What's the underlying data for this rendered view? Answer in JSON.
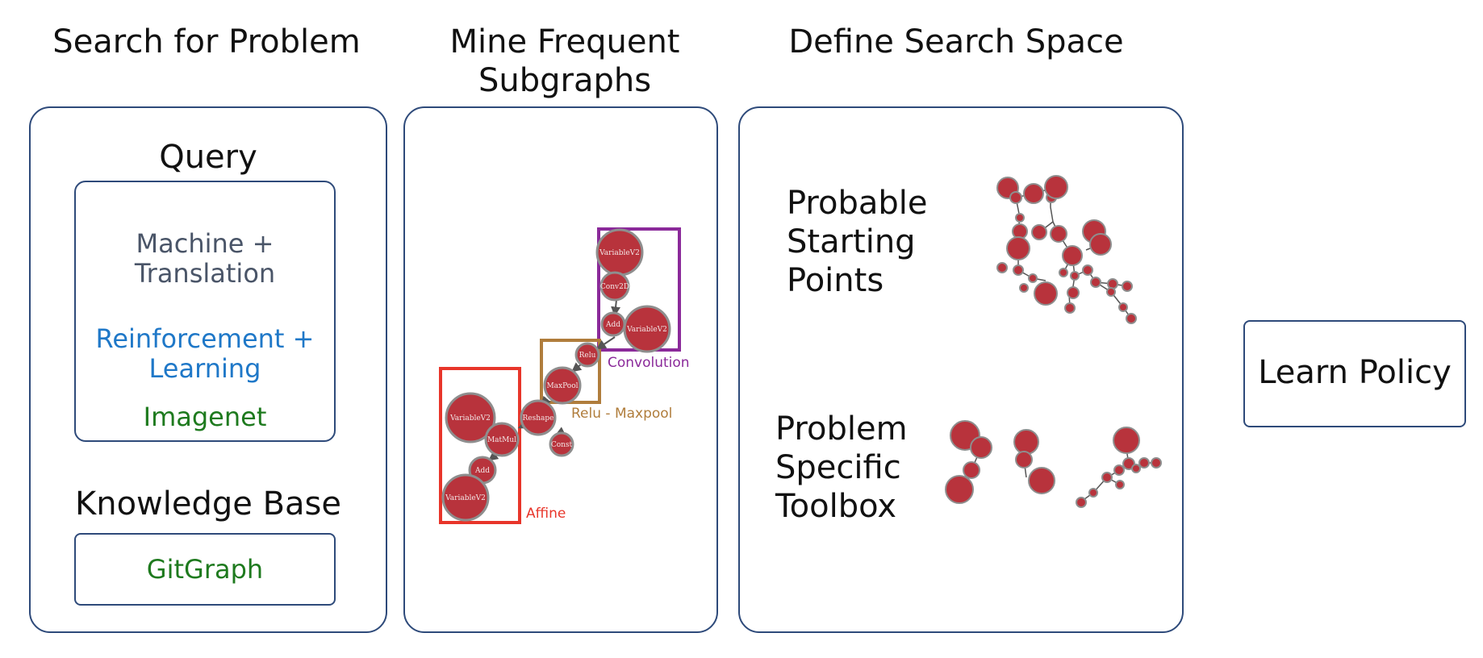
{
  "headings": {
    "search": "Search for Problem",
    "mine_line1": "Mine Frequent",
    "mine_line2": "Subgraphs",
    "define": "Define Search Space"
  },
  "search_panel": {
    "query_title": "Query",
    "query_items": [
      {
        "line1": "Machine +",
        "line2": "Translation",
        "color": "#4a5568"
      },
      {
        "line1": "Reinforcement +",
        "line2": "Learning",
        "color": "#1f78c8"
      },
      {
        "line1": "Imagenet",
        "line2": "",
        "color": "#1e7a1e"
      }
    ],
    "kb_title": "Knowledge Base",
    "kb_item": "GitGraph",
    "kb_color": "#1e7a1e"
  },
  "mine_panel": {
    "groups": [
      {
        "label": "Convolution",
        "color": "#8b2a9a"
      },
      {
        "label": "Relu - Maxpool",
        "color": "#b07d3c"
      },
      {
        "label": "Affine",
        "color": "#e8352a"
      }
    ],
    "nodes": [
      "VariableV2",
      "Conv2D",
      "Add",
      "VariableV2",
      "Relu",
      "MaxPool",
      "Reshape",
      "Const",
      "VariableV2",
      "MatMul",
      "Add",
      "VariableV2"
    ]
  },
  "define_panel": {
    "starting_points": [
      "Probable",
      "Starting",
      "Points"
    ],
    "toolbox": [
      "Problem",
      "Specific",
      "Toolbox"
    ]
  },
  "learn_policy": "Learn Policy",
  "colors": {
    "node": "#b8333c",
    "border": "#2e4a7a",
    "edge": "#555555"
  }
}
